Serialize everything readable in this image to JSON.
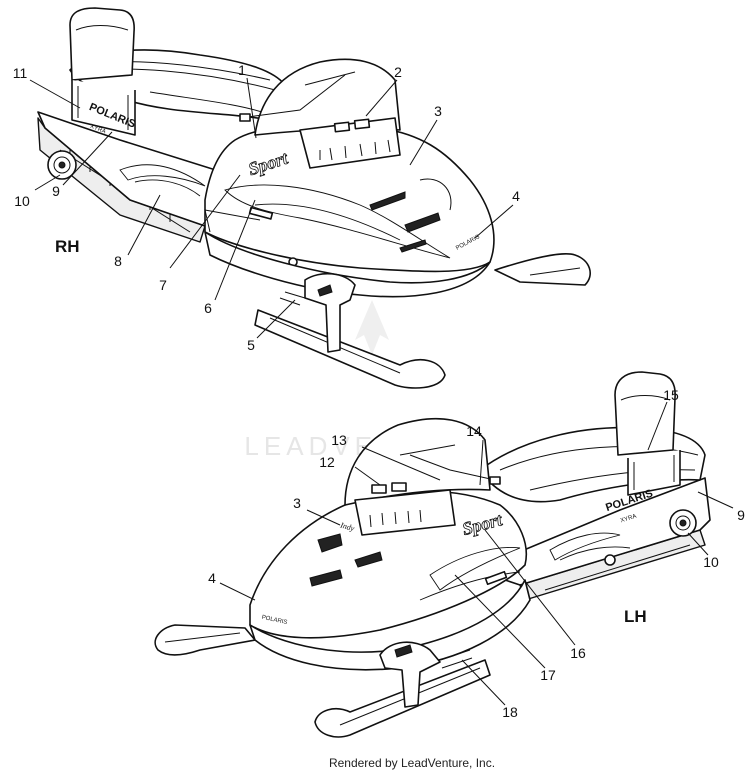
{
  "callouts": {
    "rh": [
      "1",
      "2",
      "3",
      "4",
      "5",
      "6",
      "7",
      "8",
      "9",
      "10",
      "11"
    ],
    "lh": [
      "12",
      "13",
      "14",
      "15",
      "3",
      "4",
      "9",
      "10",
      "16",
      "17",
      "18"
    ]
  },
  "sides": {
    "right": "RH",
    "left": "LH"
  },
  "decals": {
    "brand": "POLARIS",
    "model": "Sport",
    "cowl_brand": "POLARIS",
    "tunnel_model": "XYRA"
  },
  "watermark": "LEADVENTURE",
  "footer": "Rendered by LeadVenture, Inc."
}
